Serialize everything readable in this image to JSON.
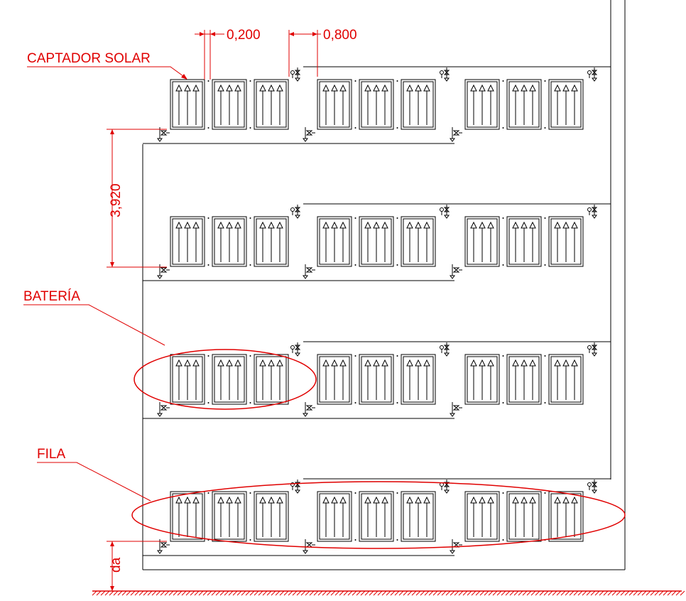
{
  "labels": {
    "captador_solar": "CAPTADOR SOLAR",
    "bateria": "BATERÍA",
    "fila": "FILA"
  },
  "dimensions": {
    "gap_collectors": "0,200",
    "gap_batteries": "0,800",
    "row_spacing": "3,920",
    "da": "da"
  },
  "colors": {
    "annotation": "#e00000",
    "drawing": "#000000"
  },
  "layout_info": {
    "rows": 4,
    "batteries_per_row": 3,
    "collectors_per_battery": 3
  }
}
